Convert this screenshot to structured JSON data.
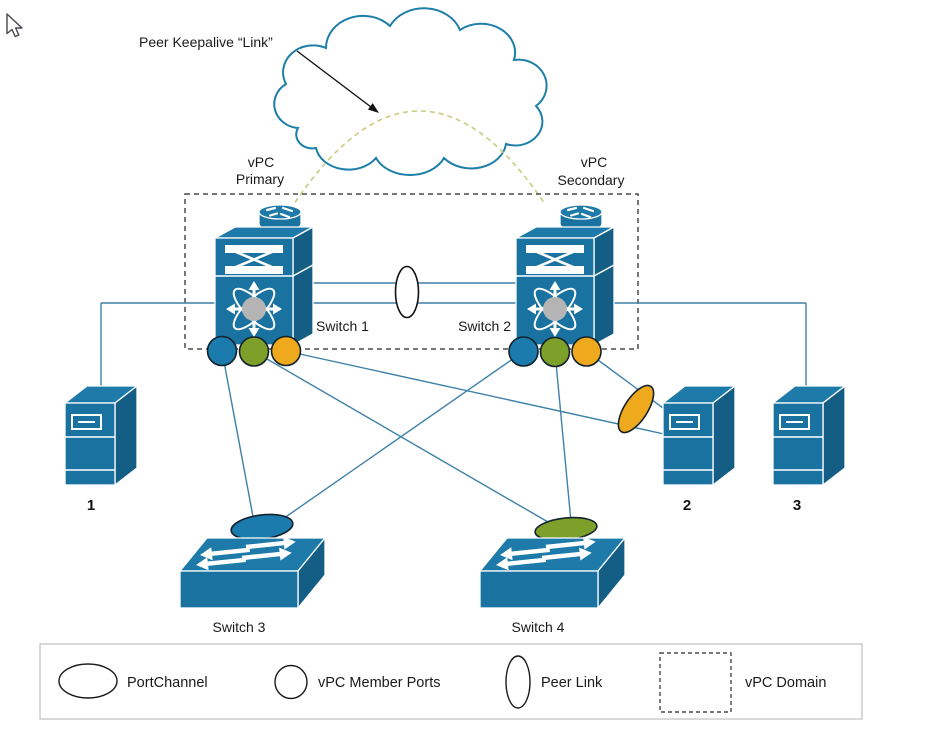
{
  "colors": {
    "device_top": "#1D7AA9",
    "device_front": "#1972A0",
    "device_side": "#145E85",
    "port_blue": "#1B7BAC",
    "port_green": "#7CA02A",
    "port_orange": "#EFA91D",
    "link_line": "#3E81A8",
    "cloud_stroke": "#1D7FA8",
    "keepalive_dash": "#C9CB7E",
    "domain_dash": "#4A4A4A",
    "hub_gray": "#B4B4B4",
    "legend_border": "#CCCCCC"
  },
  "cloud": {
    "keepalive_label": "Peer Keepalive “Link”"
  },
  "switches": {
    "switch1": {
      "name": "Switch 1",
      "role": [
        "vPC",
        "Primary"
      ]
    },
    "switch2": {
      "name": "Switch 2",
      "role": [
        "vPC",
        "Secondary"
      ]
    },
    "switch3": {
      "name": "Switch 3"
    },
    "switch4": {
      "name": "Switch 4"
    }
  },
  "servers": [
    {
      "label": "1"
    },
    {
      "label": "2"
    },
    {
      "label": "3"
    }
  ],
  "legend": {
    "portchannel": "PortChannel",
    "vpc_member_ports": "vPC Member Ports",
    "peer_link": "Peer Link",
    "vpc_domain": "vPC Domain"
  }
}
